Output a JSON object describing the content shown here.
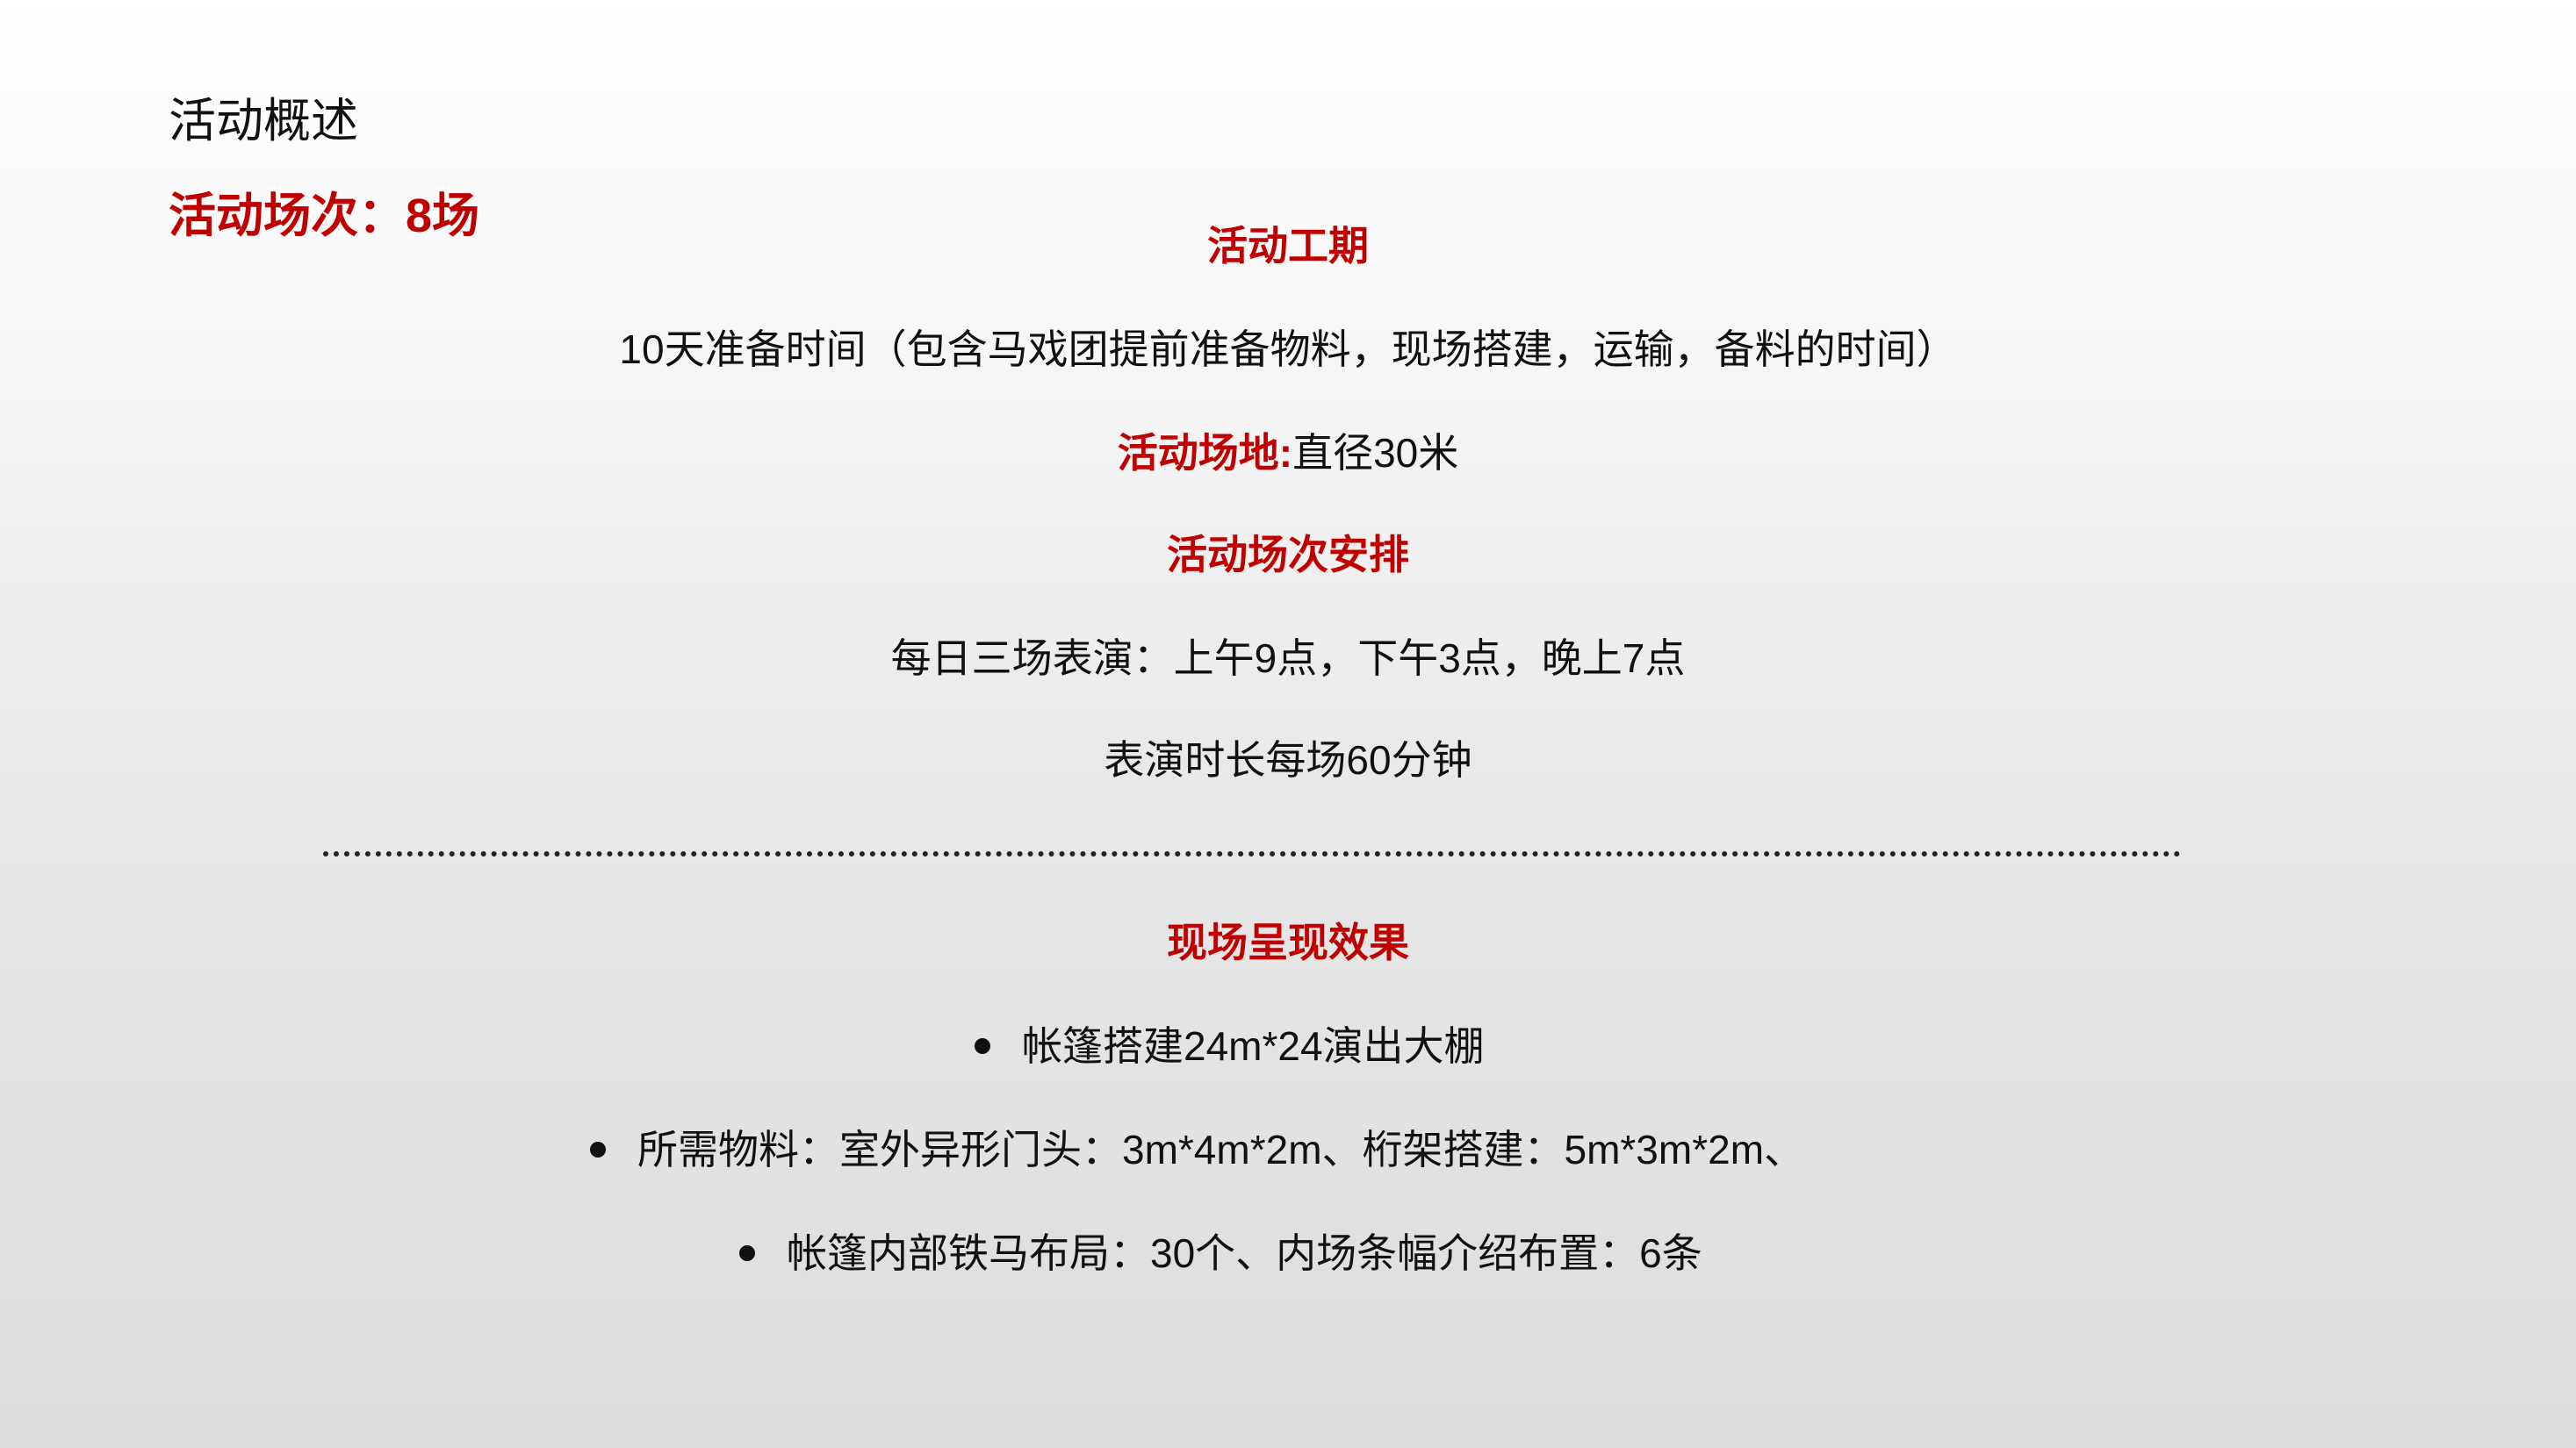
{
  "slide": {
    "heading": "活动概述",
    "session_count": "活动场次：8场"
  },
  "schedule": {
    "title": "活动工期",
    "prep_time": "10天准备时间（包含马戏团提前准备物料，现场搭建，运输，备料的时间）",
    "venue_label": "活动场地:",
    "venue_value": "直径30米",
    "arrangement_title": "活动场次安排",
    "daily_shows": "每日三场表演：上午9点，下午3点，晚上7点",
    "duration": "表演时长每场60分钟"
  },
  "effects": {
    "title": "现场呈现效果",
    "items": [
      "帐篷搭建24m*24演出大棚",
      "所需物料：室外异形门头：3m*4m*2m、桁架搭建：5m*3m*2m、",
      "帐篷内部铁马布局：30个、内场条幅介绍布置：6条"
    ]
  },
  "colors": {
    "accent": "#c00000",
    "text": "#111111"
  }
}
